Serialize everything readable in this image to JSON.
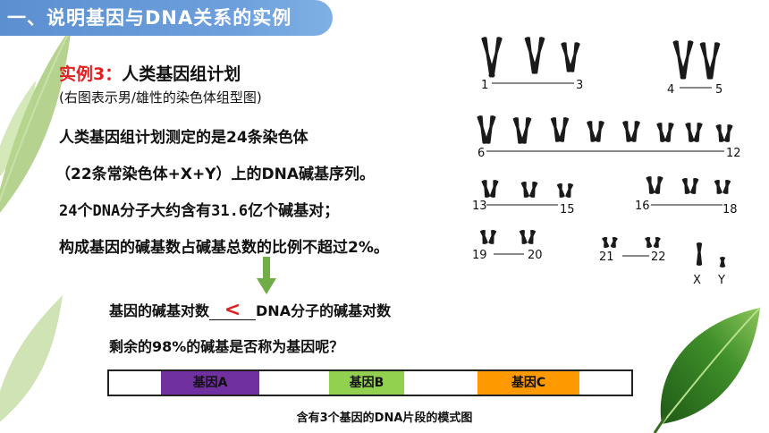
{
  "header": {
    "title": "一、说明基因与DNA关系的实例"
  },
  "example": {
    "label": "实例3：",
    "title": "人类基因组计划",
    "subtitle": "(右图表示男/雄性的染色体组型图)"
  },
  "body_lines": [
    "人类基因组计划测定的是24条染色体",
    "（22条常染色体+X+Y）上的DNA碱基序列。",
    "24个DNA分子大约含有31.6亿个碱基对；",
    "构成基因的碱基数占碱基总数的比例不超过2%。"
  ],
  "comparison": {
    "left": "基因的碱基对数",
    "symbol": "<",
    "right": "DNA分子的碱基对数"
  },
  "question": "剩余的98%的碱基是否称为基因呢？",
  "dna_segment": {
    "genes": [
      {
        "label": "基因A",
        "color": "#7030a0"
      },
      {
        "label": "基因B",
        "color": "#92d050"
      },
      {
        "label": "基因C",
        "color": "#ff9900"
      }
    ],
    "caption": "含有3个基因的DNA片段的模式图"
  },
  "karyotype": {
    "labels": [
      "1",
      "3",
      "4",
      "5",
      "6",
      "12",
      "13",
      "15",
      "16",
      "18",
      "19",
      "20",
      "21",
      "22",
      "X",
      "Y"
    ]
  }
}
